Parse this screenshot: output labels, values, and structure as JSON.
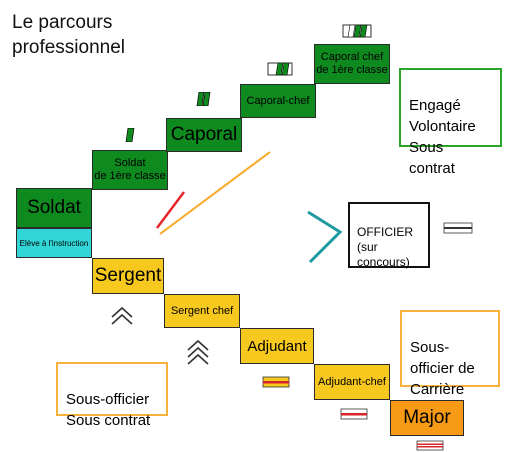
{
  "title": "Le parcours\nprofessionnel",
  "ranks": {
    "soldat": "Soldat",
    "eleve": "Elève à l'instruction",
    "soldat1": "Soldat\nde 1ère classe",
    "caporal": "Caporal",
    "caporal_chef": "Caporal-chef",
    "caporal_chef_1": "Caporal chef\nde 1ère classe",
    "sergent": "Sergent",
    "sergent_chef": "Sergent chef",
    "adjudant": "Adjudant",
    "adjudant_chef": "Adjudant-chef",
    "major": "Major"
  },
  "boxes": {
    "engage": "Engagé\nVolontaire\nSous contrat",
    "officier": "OFFICIER\n(sur\nconcours)",
    "sous_officier_carriere": "Sous-\nofficier de\nCarrière",
    "sous_officier_contrat": "Sous-officier\nSous contrat"
  },
  "colors": {
    "green": "#0f8a1f",
    "yellow": "#f7c81d",
    "orange": "#f79a15",
    "cyan": "#33d6d6",
    "red_arrow": "#e8232a",
    "orange_arrow": "#f7a823",
    "teal_arrow": "#1f9aa0"
  },
  "icons": [
    "chevron-insignia-1-icon",
    "chevron-insignia-2-icon",
    "chevron-insignia-3-icon",
    "chevron-insignia-4-icon",
    "double-chevron-icon",
    "triple-chevron-icon",
    "adjudant-stripe-icon",
    "adjudant-chef-stripe-icon",
    "major-stripe-icon",
    "officer-stripe-icon"
  ]
}
